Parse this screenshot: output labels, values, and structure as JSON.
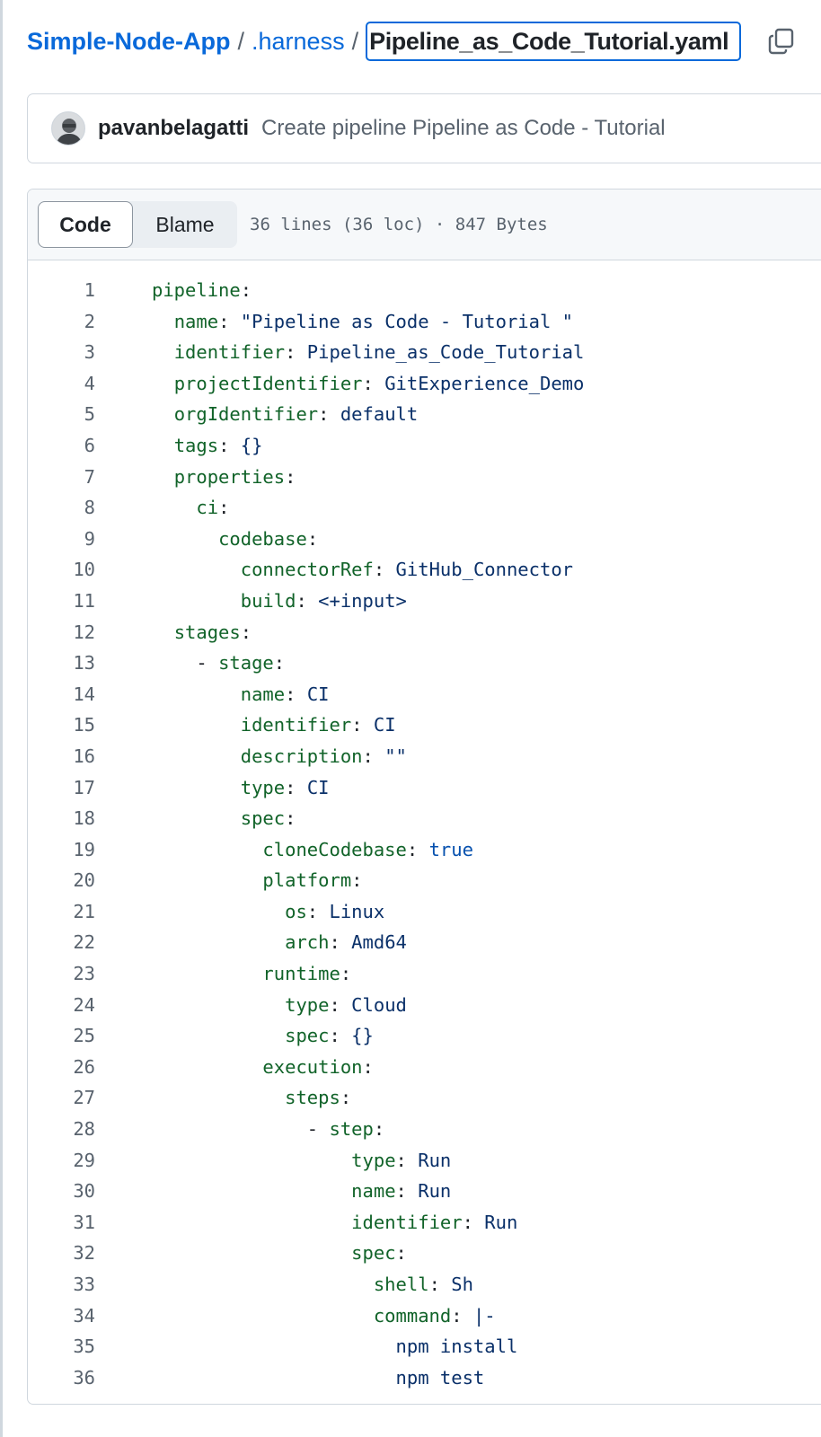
{
  "breadcrumb": {
    "repo": "Simple-Node-App",
    "separator": "/",
    "folder": ".harness",
    "file": "Pipeline_as_Code_Tutorial.yaml",
    "copy_icon": "copy-icon"
  },
  "commit": {
    "avatar_icon": "avatar",
    "author": "pavanbelagatti",
    "message": "Create pipeline Pipeline as Code - Tutorial"
  },
  "file_header": {
    "code_label": "Code",
    "blame_label": "Blame",
    "info": "36 lines (36 loc) · 847 Bytes"
  },
  "code_lines": [
    {
      "n": "1",
      "indent": "",
      "dash": "",
      "key": "pipeline",
      "colon": ":",
      "val": "",
      "vtype": ""
    },
    {
      "n": "2",
      "indent": "  ",
      "dash": "",
      "key": "name",
      "colon": ": ",
      "val": "\"Pipeline as Code - Tutorial \"",
      "vtype": "v"
    },
    {
      "n": "3",
      "indent": "  ",
      "dash": "",
      "key": "identifier",
      "colon": ": ",
      "val": "Pipeline_as_Code_Tutorial",
      "vtype": "v"
    },
    {
      "n": "4",
      "indent": "  ",
      "dash": "",
      "key": "projectIdentifier",
      "colon": ": ",
      "val": "GitExperience_Demo",
      "vtype": "v"
    },
    {
      "n": "5",
      "indent": "  ",
      "dash": "",
      "key": "orgIdentifier",
      "colon": ": ",
      "val": "default",
      "vtype": "v"
    },
    {
      "n": "6",
      "indent": "  ",
      "dash": "",
      "key": "tags",
      "colon": ": ",
      "val": "{}",
      "vtype": "v"
    },
    {
      "n": "7",
      "indent": "  ",
      "dash": "",
      "key": "properties",
      "colon": ":",
      "val": "",
      "vtype": ""
    },
    {
      "n": "8",
      "indent": "    ",
      "dash": "",
      "key": "ci",
      "colon": ":",
      "val": "",
      "vtype": ""
    },
    {
      "n": "9",
      "indent": "      ",
      "dash": "",
      "key": "codebase",
      "colon": ":",
      "val": "",
      "vtype": ""
    },
    {
      "n": "10",
      "indent": "        ",
      "dash": "",
      "key": "connectorRef",
      "colon": ": ",
      "val": "GitHub_Connector",
      "vtype": "v"
    },
    {
      "n": "11",
      "indent": "        ",
      "dash": "",
      "key": "build",
      "colon": ": ",
      "val": "<+input>",
      "vtype": "v"
    },
    {
      "n": "12",
      "indent": "  ",
      "dash": "",
      "key": "stages",
      "colon": ":",
      "val": "",
      "vtype": ""
    },
    {
      "n": "13",
      "indent": "    ",
      "dash": "- ",
      "key": "stage",
      "colon": ":",
      "val": "",
      "vtype": ""
    },
    {
      "n": "14",
      "indent": "        ",
      "dash": "",
      "key": "name",
      "colon": ": ",
      "val": "CI",
      "vtype": "v"
    },
    {
      "n": "15",
      "indent": "        ",
      "dash": "",
      "key": "identifier",
      "colon": ": ",
      "val": "CI",
      "vtype": "v"
    },
    {
      "n": "16",
      "indent": "        ",
      "dash": "",
      "key": "description",
      "colon": ": ",
      "val": "\"\"",
      "vtype": "v"
    },
    {
      "n": "17",
      "indent": "        ",
      "dash": "",
      "key": "type",
      "colon": ": ",
      "val": "CI",
      "vtype": "v"
    },
    {
      "n": "18",
      "indent": "        ",
      "dash": "",
      "key": "spec",
      "colon": ":",
      "val": "",
      "vtype": ""
    },
    {
      "n": "19",
      "indent": "          ",
      "dash": "",
      "key": "cloneCodebase",
      "colon": ": ",
      "val": "true",
      "vtype": "b"
    },
    {
      "n": "20",
      "indent": "          ",
      "dash": "",
      "key": "platform",
      "colon": ":",
      "val": "",
      "vtype": ""
    },
    {
      "n": "21",
      "indent": "            ",
      "dash": "",
      "key": "os",
      "colon": ": ",
      "val": "Linux",
      "vtype": "v"
    },
    {
      "n": "22",
      "indent": "            ",
      "dash": "",
      "key": "arch",
      "colon": ": ",
      "val": "Amd64",
      "vtype": "v"
    },
    {
      "n": "23",
      "indent": "          ",
      "dash": "",
      "key": "runtime",
      "colon": ":",
      "val": "",
      "vtype": ""
    },
    {
      "n": "24",
      "indent": "            ",
      "dash": "",
      "key": "type",
      "colon": ": ",
      "val": "Cloud",
      "vtype": "v"
    },
    {
      "n": "25",
      "indent": "            ",
      "dash": "",
      "key": "spec",
      "colon": ": ",
      "val": "{}",
      "vtype": "v"
    },
    {
      "n": "26",
      "indent": "          ",
      "dash": "",
      "key": "execution",
      "colon": ":",
      "val": "",
      "vtype": ""
    },
    {
      "n": "27",
      "indent": "            ",
      "dash": "",
      "key": "steps",
      "colon": ":",
      "val": "",
      "vtype": ""
    },
    {
      "n": "28",
      "indent": "              ",
      "dash": "- ",
      "key": "step",
      "colon": ":",
      "val": "",
      "vtype": ""
    },
    {
      "n": "29",
      "indent": "                  ",
      "dash": "",
      "key": "type",
      "colon": ": ",
      "val": "Run",
      "vtype": "v"
    },
    {
      "n": "30",
      "indent": "                  ",
      "dash": "",
      "key": "name",
      "colon": ": ",
      "val": "Run",
      "vtype": "v"
    },
    {
      "n": "31",
      "indent": "                  ",
      "dash": "",
      "key": "identifier",
      "colon": ": ",
      "val": "Run",
      "vtype": "v"
    },
    {
      "n": "32",
      "indent": "                  ",
      "dash": "",
      "key": "spec",
      "colon": ":",
      "val": "",
      "vtype": ""
    },
    {
      "n": "33",
      "indent": "                    ",
      "dash": "",
      "key": "shell",
      "colon": ": ",
      "val": "Sh",
      "vtype": "v"
    },
    {
      "n": "34",
      "indent": "                    ",
      "dash": "",
      "key": "command",
      "colon": ": ",
      "val": "|-",
      "vtype": "v"
    },
    {
      "n": "35",
      "indent": "                      ",
      "dash": "",
      "key": "",
      "colon": "",
      "val": "npm install",
      "vtype": "v"
    },
    {
      "n": "36",
      "indent": "                      ",
      "dash": "",
      "key": "",
      "colon": "",
      "val": "npm test",
      "vtype": "v"
    }
  ],
  "colors": {
    "link": "#0969da",
    "key": "#116329",
    "value": "#0a3069",
    "boolean": "#0550ae",
    "muted": "#59636e",
    "border": "#d0d7de"
  }
}
